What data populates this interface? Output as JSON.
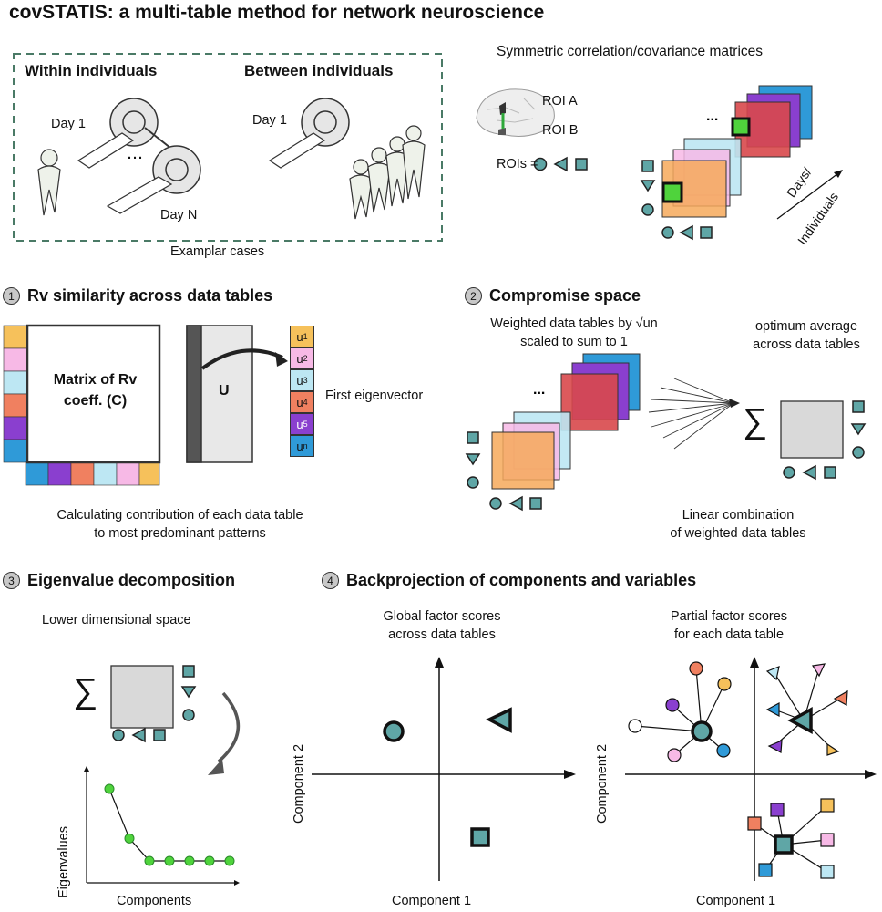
{
  "title": "covSTATIS: a multi-table method for network neuroscience",
  "top": {
    "within_label": "Within individuals",
    "between_label": "Between individuals",
    "day1_label": "Day 1",
    "day1b_label": "Day 1",
    "dayN_label": "Day N",
    "dots": "...",
    "exemplar_caption": "Examplar cases",
    "matrices_title": "Symmetric correlation/covariance matrices",
    "roi_a": "ROI A",
    "roi_b": "ROI B",
    "rois_label": "ROIs =",
    "days_label": "Days/",
    "individuals_label": "Individuals",
    "matrix_dots": "..."
  },
  "section1": {
    "number": "1",
    "heading": "Rv similarity across data tables",
    "matrix_label_1": "Matrix of Rv",
    "matrix_label_2": "coeff. (C)",
    "u_label": "U",
    "eigen_label": "First eigenvector",
    "u_items": [
      "u1",
      "u2",
      "u3",
      "u4",
      "u5",
      "un"
    ],
    "caption_1": "Calculating contribution of each data table",
    "caption_2": "to most predominant patterns"
  },
  "section2": {
    "number": "2",
    "heading": "Compromise space",
    "weighted_1": "Weighted data tables by √un",
    "weighted_2": "scaled to sum to 1",
    "optimum_1": "optimum average",
    "optimum_2": "across data tables",
    "linear_1": "Linear combination",
    "linear_2": "of weighted data tables",
    "sigma": "∑",
    "dots": "..."
  },
  "section3": {
    "number": "3",
    "heading": "Eigenvalue decomposition",
    "subtitle": "Lower dimensional space",
    "sigma": "∑",
    "y_label": "Eigenvalues",
    "x_label": "Components"
  },
  "section4": {
    "number": "4",
    "heading": "Backprojection of components and variables",
    "global_1": "Global factor scores",
    "global_2": "across data tables",
    "partial_1": "Partial factor scores",
    "partial_2": "for each data table",
    "comp1_label": "Component 1",
    "comp2_label": "Component 2",
    "comp1b_label": "Component 1",
    "comp2b_label": "Component 2"
  },
  "colors": {
    "teal": "#5fa6a6",
    "orange": "#f6a95b",
    "pink": "#f7b9e6",
    "cyan": "#bde7f3",
    "purple": "#8a3fcf",
    "blue": "#2f9ad8",
    "red": "#d8484b",
    "green": "#4fd33c",
    "salmon": "#f08060",
    "gold": "#f6c15b"
  },
  "scree_data": {
    "type": "line",
    "values": [
      1.0,
      0.45,
      0.2,
      0.2,
      0.2,
      0.2,
      0.2
    ]
  }
}
